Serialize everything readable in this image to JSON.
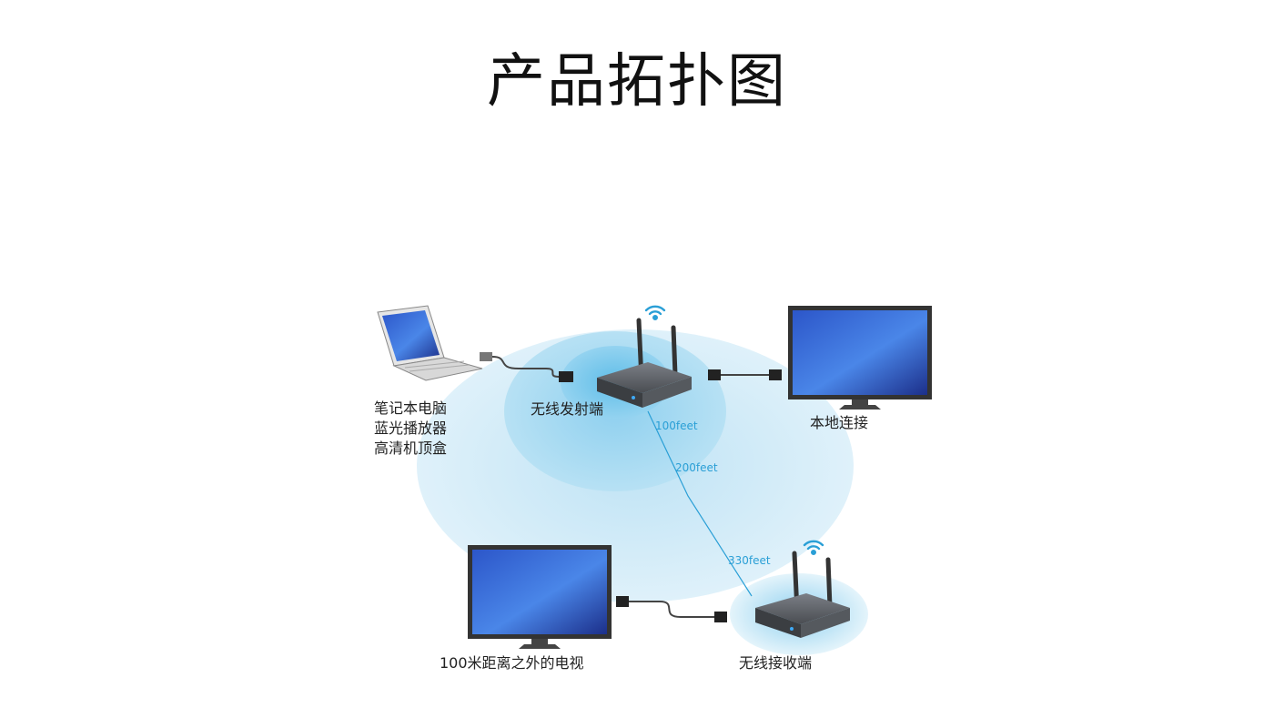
{
  "title": "产品拓扑图",
  "labels": {
    "source_line1": "笔记本电脑",
    "source_line2": "蓝光播放器",
    "source_line3": "高清机顶盒",
    "transmitter": "无线发射端",
    "local": "本地连接",
    "remote_tv": "100米距离之外的电视",
    "receiver": "无线接收端"
  },
  "distances": {
    "d1": "100feet",
    "d2": "200feet",
    "d3": "330feet"
  },
  "colors": {
    "ring_outer": "#cfeaf7",
    "ring_mid": "#a9daf1",
    "ring_inner": "#7cc7ea",
    "accent": "#2a9fd6"
  }
}
